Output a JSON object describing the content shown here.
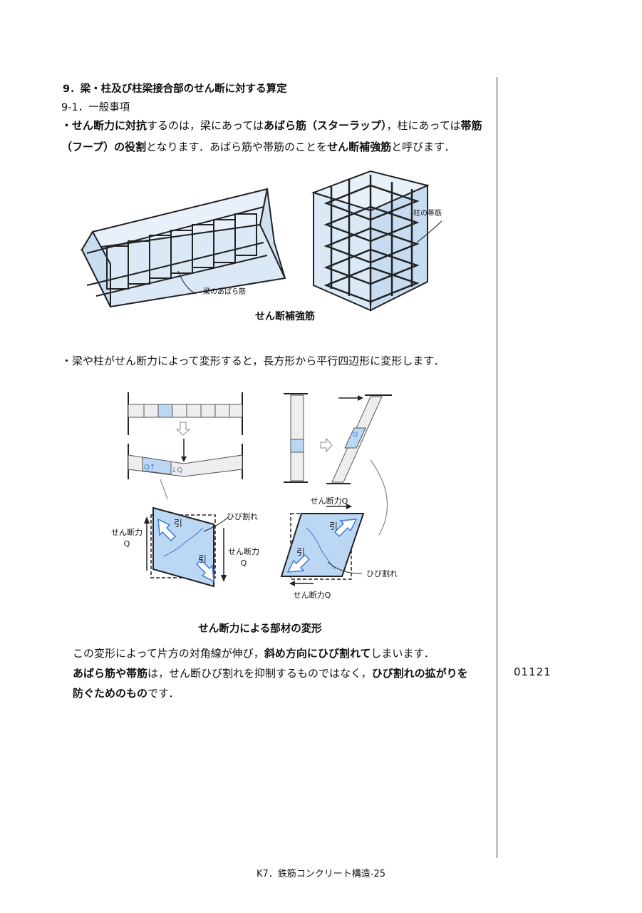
{
  "section_title": "9．梁・柱及び柱梁接合部のせん断に対する算定",
  "subsection_title": "9-1．一般事項",
  "para1": {
    "line1": [
      {
        "t": "・",
        "b": true
      },
      {
        "t": "せん断力に対抗",
        "b": true
      },
      {
        "t": "するのは，梁にあっては",
        "b": false
      },
      {
        "t": "あばら筋（スターラップ）",
        "b": true
      },
      {
        "t": "，柱にあっては",
        "b": false
      },
      {
        "t": "帯筋",
        "b": true
      }
    ],
    "line2": [
      {
        "t": "（フープ）の役割",
        "b": true
      },
      {
        "t": "となります．あばら筋や帯筋のことを",
        "b": false
      },
      {
        "t": "せん断補強筋",
        "b": true
      },
      {
        "t": "と呼びます．",
        "b": false
      }
    ]
  },
  "figure1": {
    "beam_label": "梁のあばら筋",
    "column_label": "柱の帯筋",
    "caption": "せん断補強筋"
  },
  "para2": "・梁や柱がせん断力によって変形すると，長方形から平行四辺形に変形します．",
  "figure2": {
    "q": "Q",
    "q_up": "Q↑",
    "q_down": "↓Q",
    "shear_left": "せん断力",
    "shear_left_q": "Q",
    "shear_right": "せん断力",
    "shear_right_q": "Q",
    "crack": "ひび割れ",
    "pull": "引",
    "shear_top": "せん断力Q",
    "shear_bottom": "せん断力Q",
    "crack2": "ひび割れ",
    "caption": "せん断力による部材の変形"
  },
  "para3": {
    "line1": [
      {
        "t": "この変形によって片方の対角線が伸び，",
        "b": false
      },
      {
        "t": "斜め方向にひび割れて",
        "b": true
      },
      {
        "t": "しまいます．",
        "b": false
      }
    ],
    "line2": [
      {
        "t": "あばら筋や帯筋",
        "b": true
      },
      {
        "t": "は，せん断ひび割れを抑制するものではなく，",
        "b": false
      },
      {
        "t": "ひび割れの拡がりを",
        "b": true
      }
    ],
    "line3": [
      {
        "t": "防ぐためのもの",
        "b": true
      },
      {
        "t": "です．",
        "b": false
      }
    ]
  },
  "side_code": "01121",
  "footer": "K7．鉄筋コンクリート構造-25",
  "colors": {
    "concrete": "#dbe9f7",
    "light_blue": "#a9cdf2",
    "line": "#222222",
    "gray": "#999999"
  }
}
